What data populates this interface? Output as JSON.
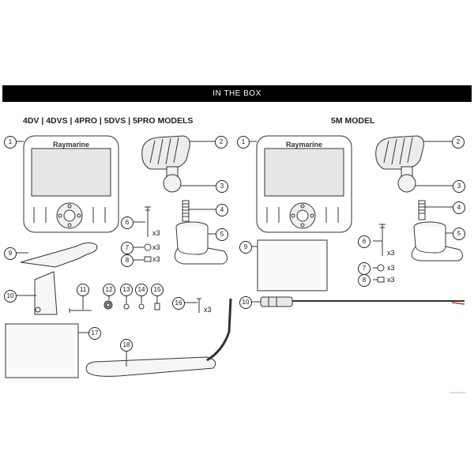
{
  "banner": {
    "title": "IN THE BOX"
  },
  "left_section": {
    "title": "4DV | 4DVS | 4PRO | 5DVS | 5PRO MODELS",
    "display_brand": "Raymarine",
    "callouts": [
      "1",
      "2",
      "3",
      "4",
      "5",
      "6",
      "7",
      "8",
      "9",
      "10",
      "11",
      "12",
      "13",
      "14",
      "15",
      "16",
      "17",
      "18"
    ],
    "quantities": {
      "screw_6": "x3",
      "washer_7": "x3",
      "nut_8": "x3",
      "screw_16": "x3"
    }
  },
  "right_section": {
    "title": "5M MODEL",
    "display_brand": "Raymarine",
    "callouts": [
      "1",
      "2",
      "3",
      "4",
      "5",
      "6",
      "7",
      "8",
      "9",
      "10"
    ],
    "quantities": {
      "screw_6": "x3",
      "washer_7": "x3",
      "nut_8": "x3"
    }
  },
  "colors": {
    "banner_bg": "#000000",
    "banner_text": "#ffffff",
    "line": "#333333",
    "shade": "#e8e8e8",
    "accent_wire": "#c0392b"
  }
}
